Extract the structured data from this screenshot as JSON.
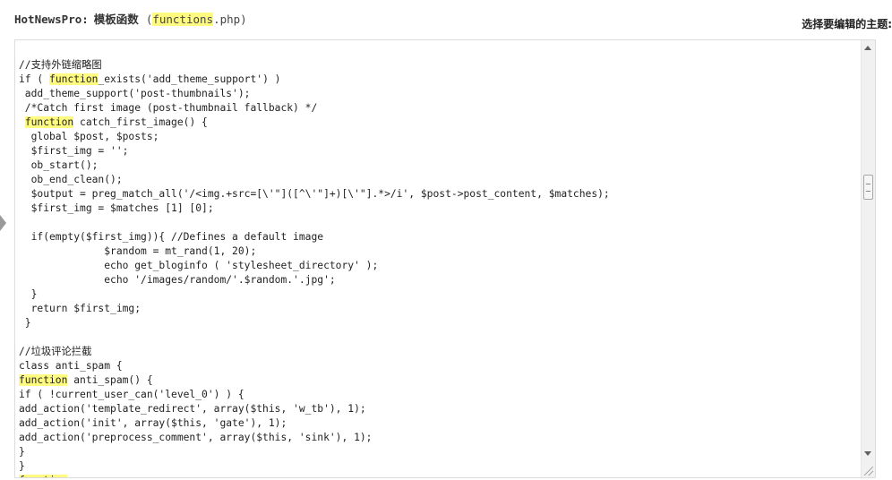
{
  "header": {
    "theme_name": "HotNewsPro:",
    "page_name": "模板函数",
    "file_open": "(",
    "file_highlight": "functions",
    "file_rest": ".php)"
  },
  "theme_select_label": "选择要编辑的主题:",
  "editor": {
    "lines": [
      "  ­  ­  ­  ­",
      "",
      "//支持外链缩略图",
      "if ( function_exists('add_theme_support') )",
      " add_theme_support('post-thumbnails');",
      " /*Catch first image (post-thumbnail fallback) */",
      " function catch_first_image() {",
      "  global $post, $posts;",
      "  $first_img = '';",
      "  ob_start();",
      "  ob_end_clean();",
      "  $output = preg_match_all('/<img.+src=[\\'\"]([^\\'\"]+)[\\'\"].*>/i', $post->post_content, $matches);",
      "  $first_img = $matches [1] [0];",
      "",
      "  if(empty($first_img)){ //Defines a default image",
      "              $random = mt_rand(1, 20);",
      "              echo get_bloginfo ( 'stylesheet_directory' );",
      "              echo '/images/random/'.$random.'.jpg';",
      "  }",
      "  return $first_img;",
      " }",
      "",
      "//垃圾评论拦截",
      "class anti_spam {",
      "function anti_spam() {",
      "if ( !current_user_can('level_0') ) {",
      "add_action('template_redirect', array($this, 'w_tb'), 1);",
      "add_action('init', array($this, 'gate'), 1);",
      "add_action('preprocess_comment', array($this, 'sink'), 1);",
      "}",
      "}",
      "function"
    ],
    "highlight_term": "function"
  }
}
